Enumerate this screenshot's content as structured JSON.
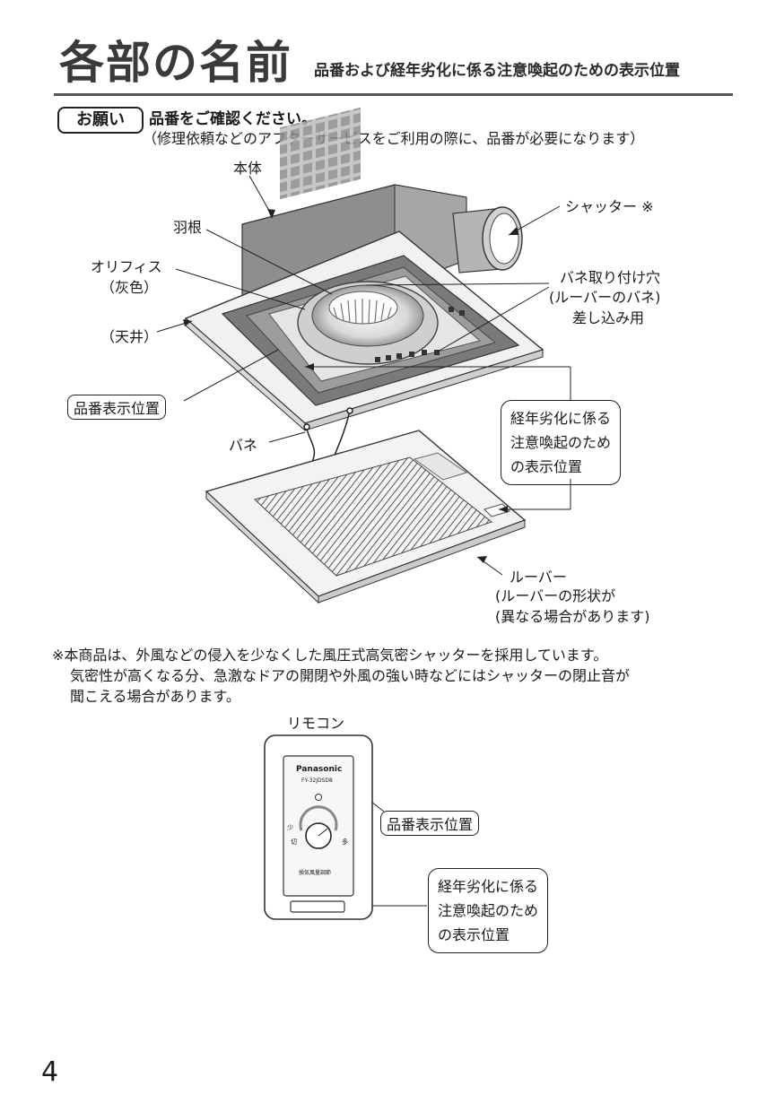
{
  "header": {
    "title": "各部の名前",
    "subtitle": "品番および経年劣化に係る注意喚起のための表示位置"
  },
  "request": {
    "badge": "お願い",
    "title": "品番をご確認ください。",
    "text": "（修理依頼などのアフターサービスをご利用の際に、品番が必要になります）"
  },
  "labels": {
    "body": "本体",
    "blade": "羽根",
    "orifice": "オリフィス",
    "orifice_color": "（灰色）",
    "ceiling": "（天井）",
    "model_position": "品番表示位置",
    "shutter": "シャッター ※",
    "spring_hole_title": "バネ取り付け穴",
    "spring_hole_line1": "ルーバーのバネ",
    "spring_hole_line2": "差し込み用",
    "spring": "バネ",
    "caution_line1": "経年劣化に係る",
    "caution_line2": "注意喚起のため",
    "caution_line3": "の表示位置",
    "louver": "ルーバー",
    "louver_note1": "ルーバーの形状が",
    "louver_note2": "異なる場合があります"
  },
  "note": {
    "line1": "※本商品は、外風などの侵入を少なくした風圧式高気密シャッターを採用しています。",
    "line2": "気密性が高くなる分、急激なドアの開閉や外風の強い時などにはシャッターの閉止音が",
    "line3": "聞こえる場合があります。"
  },
  "remote": {
    "title": "リモコン",
    "brand": "Panasonic",
    "model": "FY-32JDSD8",
    "dial_low": "少",
    "dial_high": "多",
    "dial_off": "切",
    "panel_label": "換気風量調節",
    "model_position": "品番表示位置",
    "caution_line1": "経年劣化に係る",
    "caution_line2": "注意喚起のため",
    "caution_line3": "の表示位置"
  },
  "page_number": "4"
}
